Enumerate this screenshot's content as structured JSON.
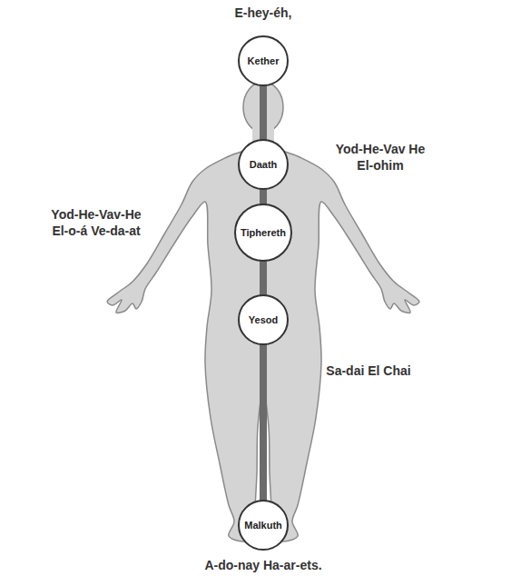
{
  "diagram": {
    "nodes": [
      {
        "text": [
          "Kether"
        ]
      },
      {
        "text": [
          "Daath"
        ]
      },
      {
        "text": [
          "Tiphereth"
        ]
      },
      {
        "text": [
          "Yesod"
        ]
      },
      {
        "text": [
          "Malkuth"
        ]
      }
    ],
    "edges": [
      {
        "from": 0,
        "to": 1,
        "arrow": "none"
      },
      {
        "from": 1,
        "to": 2,
        "arrow": "none"
      },
      {
        "from": 2,
        "to": 3,
        "arrow": "none"
      },
      {
        "from": 3,
        "to": 4,
        "arrow": "none"
      }
    ],
    "labels": [
      "E-hey-éh,",
      "Yod-He-Vav He El-ohim",
      "Yod-He-Vav-He El-o-á Ve-da-at",
      "Sa-dai El Chai",
      "A-do-nay Ha-ar-ets."
    ]
  }
}
